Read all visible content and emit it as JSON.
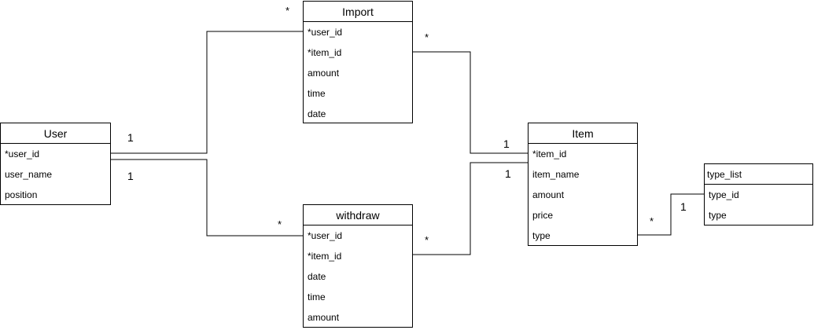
{
  "entities": {
    "user": {
      "title": "User",
      "fields": [
        "*user_id",
        "user_name",
        "position"
      ]
    },
    "import": {
      "title": "Import",
      "fields": [
        "*user_id",
        "*item_id",
        "amount",
        "time",
        "date"
      ]
    },
    "withdraw": {
      "title": "withdraw",
      "fields": [
        "*user_id",
        "*item_id",
        "date",
        "time",
        "amount"
      ]
    },
    "item": {
      "title": "Item",
      "fields": [
        "*item_id",
        "item_name",
        "amount",
        "price",
        "type"
      ]
    },
    "type_list": {
      "title": "type_list",
      "fields": [
        "type_id",
        "type"
      ]
    }
  },
  "multiplicities": {
    "user_import": "1",
    "import_user": "*",
    "user_withdraw": "1",
    "withdraw_user": "*",
    "import_item_many": "*",
    "item_import": "1",
    "item_withdraw": "1",
    "withdraw_item_many": "*",
    "item_type_many": "*",
    "type_item": "1"
  },
  "colors": {
    "line": "#000000",
    "background": "#ffffff"
  }
}
